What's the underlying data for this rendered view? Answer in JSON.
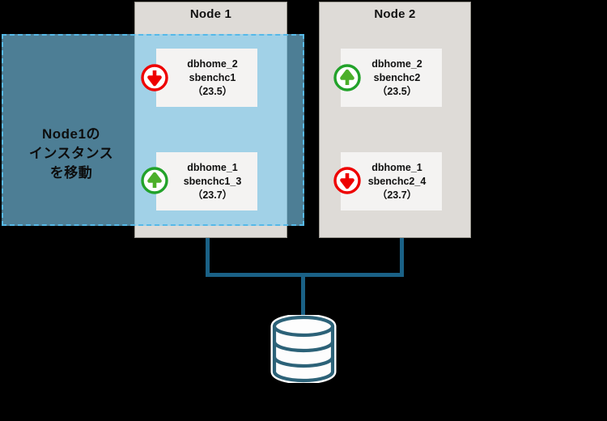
{
  "diagram": {
    "title": "Node1 instance relocation diagram",
    "colors": {
      "node_fill": "#dedbd7",
      "node_border": "#9b9890",
      "instance_fill": "#f4f3f2",
      "highlight_fill": "#7cccf0",
      "highlight_border": "#56b9e8",
      "connector": "#1a6186",
      "database": "#2c6278",
      "status_up": "#22a22a",
      "status_down": "#ee0000",
      "background": "#000000"
    }
  },
  "highlight": {
    "label_lines": [
      "Node1の",
      "インスタンス",
      "を移動"
    ],
    "label_text": "Node1のインスタンスを移動"
  },
  "nodes": [
    {
      "id": "node-1",
      "title": "Node 1",
      "instances": [
        {
          "id": "node1-instance-1",
          "dbhome": "dbhome_2",
          "name": "sbenchc1",
          "version": "（23.5）",
          "status": "down",
          "status_icon": "arrow-down-circle-icon"
        },
        {
          "id": "node1-instance-2",
          "dbhome": "dbhome_1",
          "name": "sbenchc1_3",
          "version": "（23.7）",
          "status": "up",
          "status_icon": "arrow-up-circle-icon"
        }
      ]
    },
    {
      "id": "node-2",
      "title": "Node 2",
      "instances": [
        {
          "id": "node2-instance-1",
          "dbhome": "dbhome_2",
          "name": "sbenchc2",
          "version": "（23.5）",
          "status": "up",
          "status_icon": "arrow-up-circle-icon"
        },
        {
          "id": "node2-instance-2",
          "dbhome": "dbhome_1",
          "name": "sbenchc2_4",
          "version": "（23.7）",
          "status": "down",
          "status_icon": "arrow-down-circle-icon"
        }
      ]
    }
  ],
  "storage": {
    "icon": "database-cylinder-icon",
    "label": ""
  }
}
